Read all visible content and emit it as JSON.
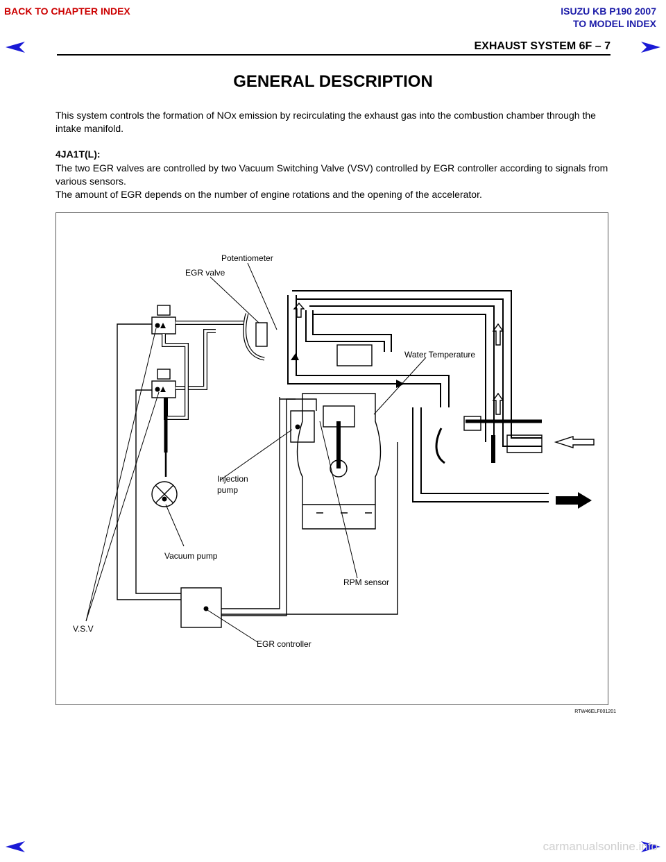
{
  "nav": {
    "back_to_chapter": "BACK TO CHAPTER INDEX",
    "model_title": "ISUZU KB P190 2007",
    "to_model_index": "TO MODEL INDEX",
    "arrow_color": "#1a1ad6",
    "link_red": "#cc0000",
    "link_blue": "#1b1ba8"
  },
  "header": {
    "section": "EXHAUST SYSTEM   6F – 7"
  },
  "page": {
    "title": "GENERAL DESCRIPTION",
    "intro": "This system controls the formation of NOx emission by recirculating the exhaust gas into the combustion chamber through the intake manifold.",
    "model_heading": "4JA1T(L):",
    "desc_1": "The two EGR valves are controlled by two Vacuum Switching Valve (VSV) controlled by EGR controller according to signals from various sensors.",
    "desc_2": "The amount of EGR depends on the number of engine rotations and the opening of the accelerator."
  },
  "diagram": {
    "labels": {
      "potentiometer": "Potentiometer",
      "egr_valve": "EGR valve",
      "water_temperature": "Water Temperature",
      "injection_pump_1": "Injection",
      "injection_pump_2": "pump",
      "vacuum_pump": "Vacuum pump",
      "rpm_sensor": "RPM sensor",
      "vsv": "V.S.V",
      "egr_controller": "EGR controller"
    },
    "figure_code": "RTW46ELF001201"
  },
  "watermark": "carmanualsonline.info"
}
